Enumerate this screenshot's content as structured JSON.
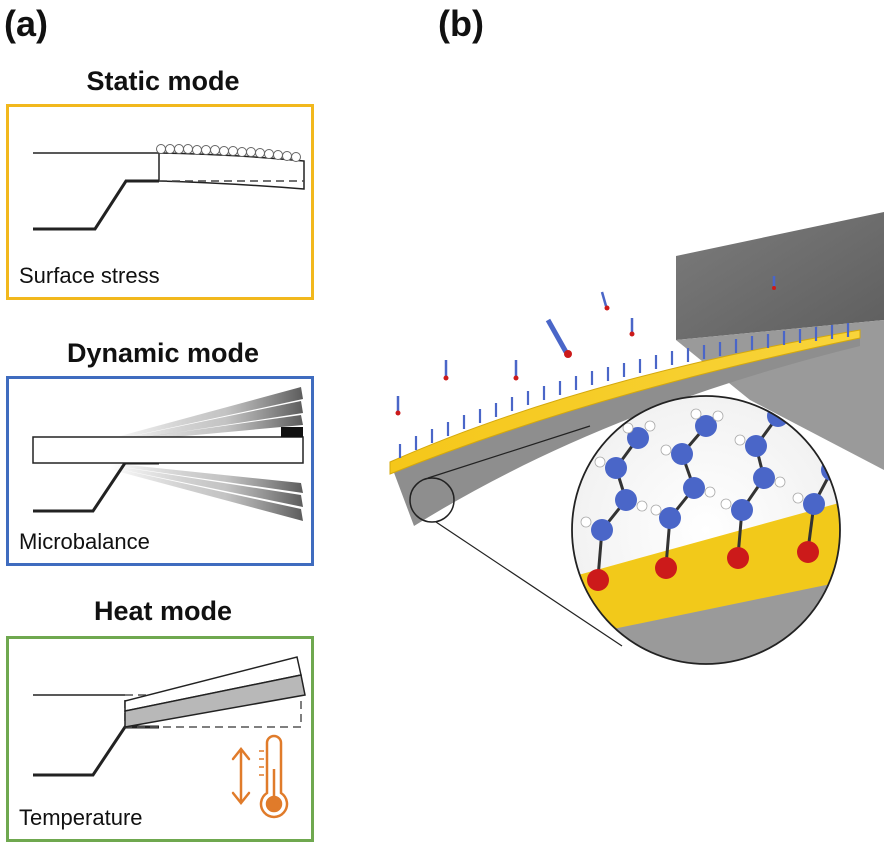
{
  "panels": {
    "a": "(a)",
    "b": "(b)"
  },
  "modes": [
    {
      "title": "Static mode",
      "caption": "Surface stress",
      "color": "#f2b81c"
    },
    {
      "title": "Dynamic mode",
      "caption": "Microbalance",
      "color": "#3f6cbf"
    },
    {
      "title": "Heat mode",
      "caption": "Temperature",
      "color": "#6fa84f"
    }
  ],
  "colors": {
    "gold": "#f2c91a",
    "molecule_blue": "#4a66c8",
    "oxygen_red": "#cc1a1a",
    "substrate_gray": "#8a8a8a",
    "thermo_orange": "#e07b2a"
  },
  "icons": {
    "thermometer": "thermometer-icon",
    "double_arrow": "up-down-arrow-icon"
  }
}
